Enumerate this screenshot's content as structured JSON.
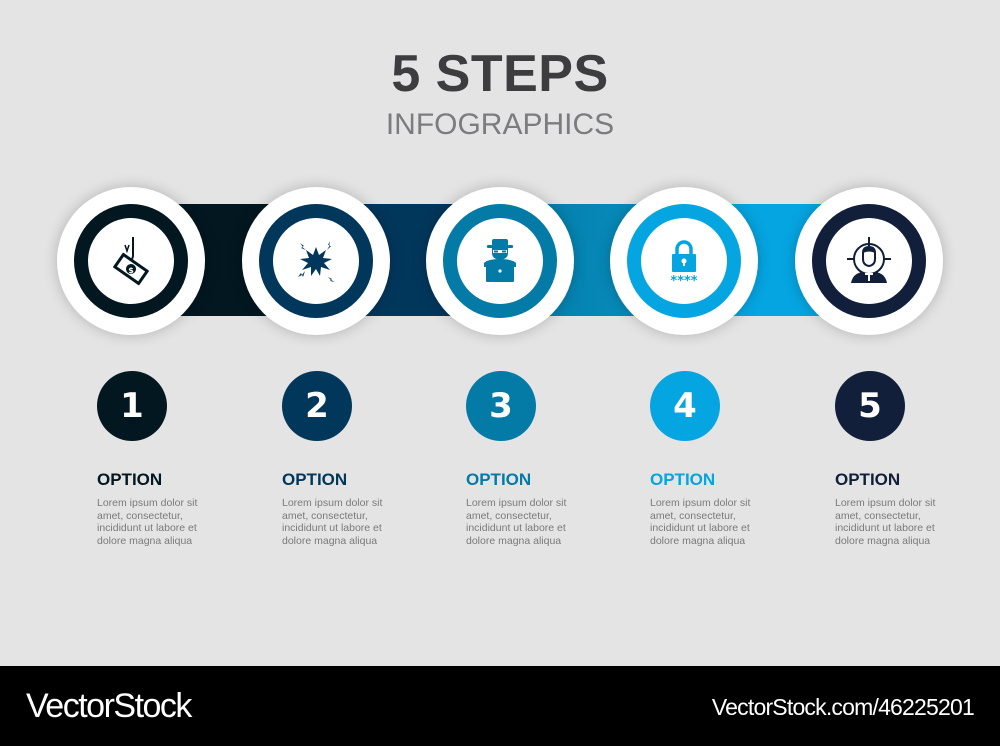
{
  "header": {
    "title": "5 STEPS",
    "subtitle": "INFOGRAPHICS"
  },
  "colors": {
    "background": "#e4e4e4",
    "title": "#3d3d3f",
    "subtitle": "#7c7c80",
    "body_text": "#7a7a7c",
    "step1": "#031720",
    "step2": "#02375c",
    "step3": "#047aa6",
    "step4": "#05a5e2",
    "step5": "#121f3b"
  },
  "steps": [
    {
      "number": "1",
      "icon": "phishing-money-hook-icon",
      "title": "OPTION",
      "body": "Lorem ipsum dolor sit amet, consectetur, incididunt ut labore et dolore magna aliqua",
      "color": "#031720"
    },
    {
      "number": "2",
      "icon": "explosion-burst-icon",
      "title": "OPTION",
      "body": "Lorem ipsum dolor sit amet, consectetur, incididunt ut labore et dolore magna aliqua",
      "color": "#02375c"
    },
    {
      "number": "3",
      "icon": "hacker-laptop-icon",
      "title": "OPTION",
      "body": "Lorem ipsum dolor sit amet, consectetur, incididunt ut labore et dolore magna aliqua",
      "color": "#047aa6"
    },
    {
      "number": "4",
      "icon": "padlock-password-icon",
      "title": "OPTION",
      "body": "Lorem ipsum dolor sit amet, consectetur, incididunt ut labore et dolore magna aliqua",
      "color": "#05a5e2"
    },
    {
      "number": "5",
      "icon": "target-person-crosshair-icon",
      "title": "OPTION",
      "body": "Lorem ipsum dolor sit amet, consectetur, incididunt ut labore et dolore magna aliqua",
      "color": "#121f3b"
    }
  ],
  "footer": {
    "brand": "VectorStock",
    "reference": "VectorStock.com/46225201"
  }
}
